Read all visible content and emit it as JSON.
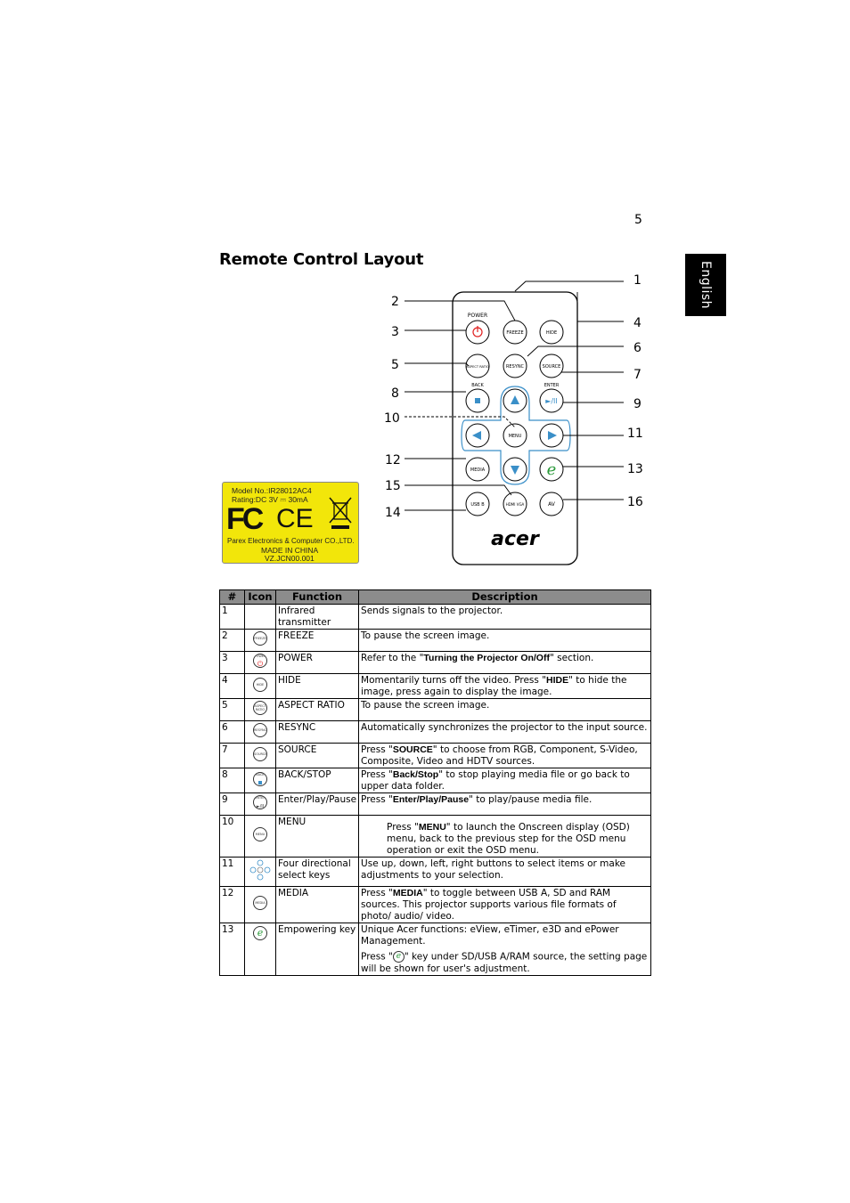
{
  "page": {
    "number": "5",
    "title": "Remote Control Layout",
    "language_tab": "English"
  },
  "remote": {
    "callouts": [
      "1",
      "2",
      "3",
      "4",
      "5",
      "6",
      "7",
      "8",
      "9",
      "10",
      "11",
      "12",
      "13",
      "14",
      "15",
      "16"
    ],
    "buttons": {
      "power_label": "POWER",
      "freeze": "FREEZE",
      "hide": "HIDE",
      "aspect_ratio": "ASPECT RATIO",
      "resync": "RESYNC",
      "source": "SOURCE",
      "back": "BACK",
      "enter": "ENTER",
      "enter_glyph": "►/II",
      "menu": "MENU",
      "media": "MEDIA",
      "usb": "USB B",
      "hdmi_vga": "HDMI VGA",
      "av": "AV",
      "brand": "acer",
      "empowering_glyph": "e"
    },
    "colors": {
      "accent": "#3a8fc8",
      "power": "#e02020",
      "empowering": "#2a9a3a"
    }
  },
  "label": {
    "model": "Model No.:IR28012AC4",
    "rating": "Rating:DC 3V ⎓ 30mA",
    "fc": "FC",
    "ce": "CE",
    "manufacturer": "Parex Electronics & Computer CO.,LTD.",
    "origin": "MADE IN CHINA",
    "code": "VZ.JCN00.001"
  },
  "table": {
    "headers": [
      "#",
      "Icon",
      "Function",
      "Description"
    ],
    "rows": [
      {
        "num": "1",
        "icon": "",
        "function": "Infrared transmitter",
        "desc": "Sends signals to the projector."
      },
      {
        "num": "2",
        "icon": "FREEZE",
        "function": "FREEZE",
        "desc": "To pause the screen image."
      },
      {
        "num": "3",
        "icon": "POWER",
        "function": "POWER",
        "desc_pre": "Refer to the \"",
        "desc_kw": "Turning the Projector On/Off",
        "desc_post": "\" section."
      },
      {
        "num": "4",
        "icon": "HIDE",
        "function": "HIDE",
        "desc_pre": "Momentarily turns off the video. Press \"",
        "desc_kw": "HIDE",
        "desc_post": "\" to hide the image, press again to display the image."
      },
      {
        "num": "5",
        "icon": "ASPECT RATIO",
        "function": "ASPECT RATIO",
        "desc": "To pause the screen image."
      },
      {
        "num": "6",
        "icon": "RESYNC",
        "function": "RESYNC",
        "desc": "Automatically synchronizes the projector to the input source."
      },
      {
        "num": "7",
        "icon": "SOURCE",
        "function": "SOURCE",
        "desc_pre": "Press \"",
        "desc_kw": "SOURCE",
        "desc_post": "\" to choose from RGB, Component, S-Video, Composite, Video and HDTV sources."
      },
      {
        "num": "8",
        "icon": "BACK",
        "function": "BACK/STOP",
        "desc_pre": "Press \"",
        "desc_kw": "Back/Stop",
        "desc_post": "\" to stop playing media file or go back to upper data folder."
      },
      {
        "num": "9",
        "icon": "ENTER",
        "function": "Enter/Play/Pause",
        "desc_pre": "Press \"",
        "desc_kw": "Enter/Play/Pause",
        "desc_post": "\" to play/pause media file."
      },
      {
        "num": "10",
        "icon": "MENU",
        "function": "MENU",
        "desc_pre": "Press \"",
        "desc_kw": "MENU",
        "desc_post": "\" to launch the Onscreen display (OSD) menu, back to the previous step for the OSD menu operation or exit the OSD menu."
      },
      {
        "num": "11",
        "icon": "directional",
        "function": "Four directional select keys",
        "desc": "Use up, down, left, right buttons to select items or make adjustments to your selection."
      },
      {
        "num": "12",
        "icon": "MEDIA",
        "function": "MEDIA",
        "desc_pre": "Press \"",
        "desc_kw": "MEDIA",
        "desc_post": "\" to toggle between USB A, SD and RAM sources. This projector supports various file formats of photo/ audio/ video."
      },
      {
        "num": "13",
        "icon": "e",
        "function": "Empowering key",
        "desc": "Unique Acer functions: eView, eTimer,  e3D and ePower Management.",
        "desc2_pre": "Press \"",
        "desc2_post": "\" key under SD/USB A/RAM source, the setting page will be shown for user's adjustment."
      }
    ]
  }
}
